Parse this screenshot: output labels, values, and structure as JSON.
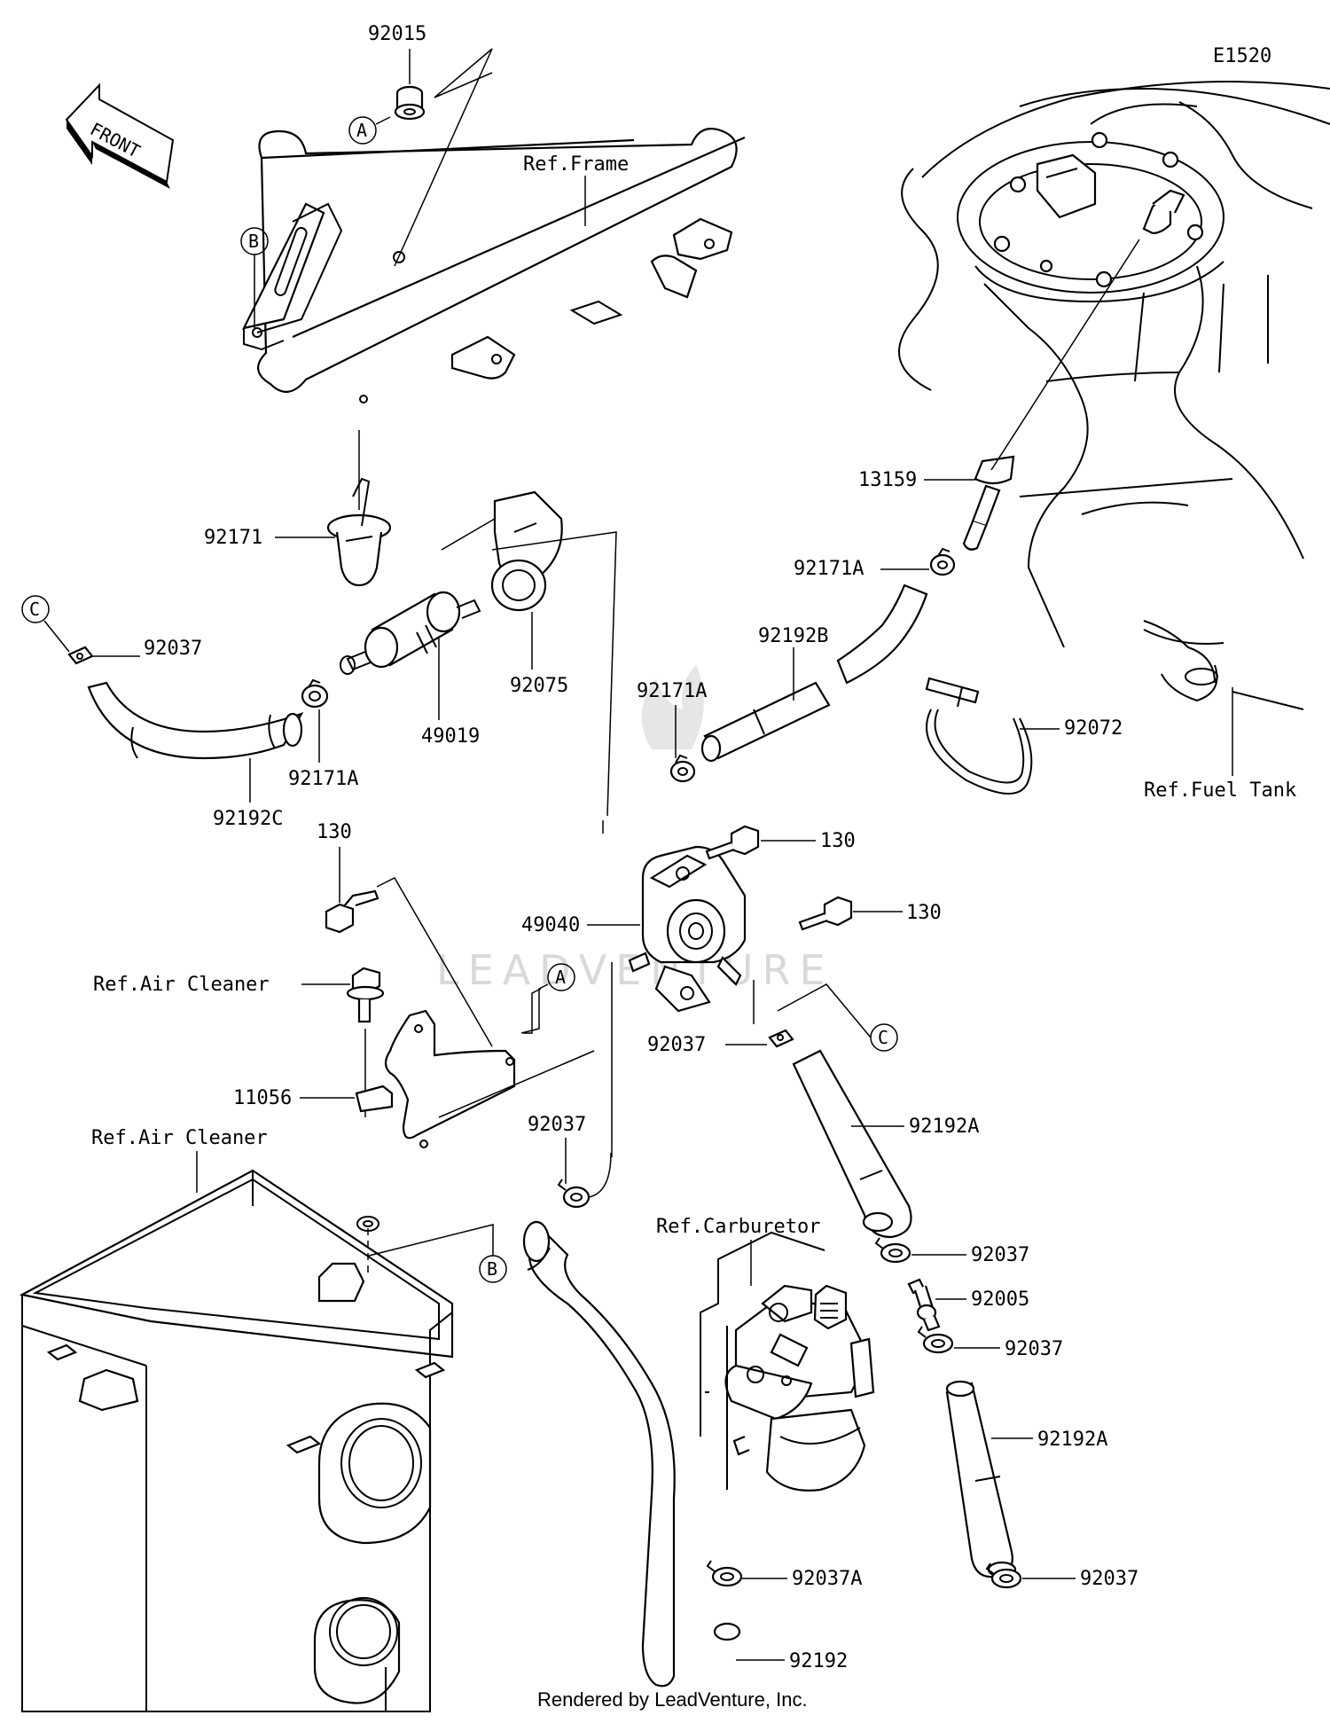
{
  "diagram_code": "E1520",
  "front_arrow_label": "FRONT",
  "watermark": "LEADVENTURE",
  "footer": "Rendered by LeadVenture, Inc.",
  "callout_letters": {
    "a": "A",
    "b": "B",
    "c": "C"
  },
  "references": {
    "frame": "Ref.Frame",
    "fuel_tank": "Ref.Fuel Tank",
    "air_cleaner_bolt": "Ref.Air Cleaner",
    "air_cleaner_box": "Ref.Air Cleaner",
    "carburetor": "Ref.Carburetor"
  },
  "parts": {
    "p92015": "92015",
    "p92171": "92171",
    "p92037_c": "92037",
    "p92171A_filter": "92171A",
    "p92192C": "92192C",
    "p49019": "49019",
    "p92075": "92075",
    "p92171A_mid": "92171A",
    "p92192B": "92192B",
    "p92171A_top": "92171A",
    "p13159": "13159",
    "p92072": "92072",
    "p130_left": "130",
    "p130_top": "130",
    "p130_right": "130",
    "p49040": "49040",
    "p11056": "11056",
    "p92037_pump": "92037",
    "p92037_left": "92037",
    "p92192A_upper": "92192A",
    "p92037_r1": "92037",
    "p92005": "92005",
    "p92037_r2": "92037",
    "p92192A_lower": "92192A",
    "p92037_bottom": "92037",
    "p92037A": "92037A",
    "p92192": "92192"
  }
}
